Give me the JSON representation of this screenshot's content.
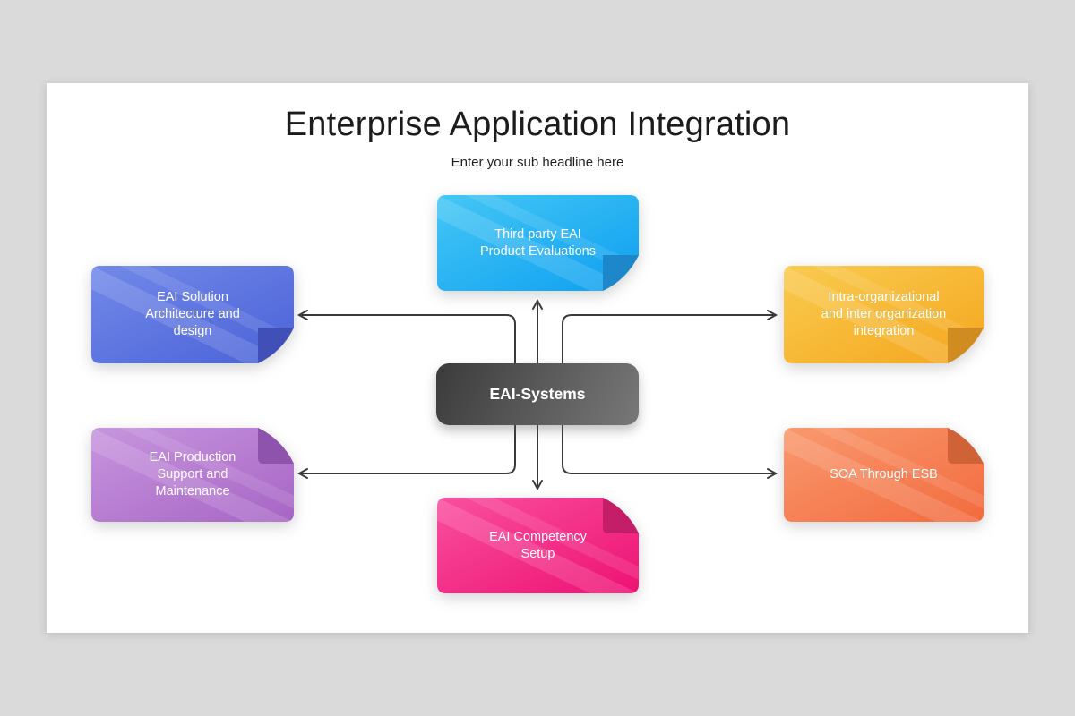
{
  "page": {
    "background_color": "#dadada",
    "slide_background_color": "#ffffff"
  },
  "header": {
    "title": "Enterprise Application Integration",
    "subtitle": "Enter your sub headline here"
  },
  "connector_color": "#3a3a3a",
  "center_node": {
    "label": "EAI-Systems",
    "gradient": [
      "#3b3b3b",
      "#787878"
    ]
  },
  "nodes": [
    {
      "id": "third-party-eai-product-evaluations",
      "label": "Third party EAI Product Evaluations",
      "lines": [
        "Third party EAI",
        "Product Evaluations"
      ],
      "gradient": [
        "#45c7f5",
        "#0d9ff0"
      ],
      "fold": "#1d87c9",
      "fold_corner": "bottom-right"
    },
    {
      "id": "eai-solution-architecture-and-design",
      "label": "EAI Solution Architecture and design",
      "lines": [
        "EAI Solution",
        "Architecture and",
        "design"
      ],
      "gradient": [
        "#7289e9",
        "#4a62d7"
      ],
      "fold": "#4050b8",
      "fold_corner": "bottom-right"
    },
    {
      "id": "intra-organizational-and-inter-organization-integration",
      "label": "Intra-organizational and inter organization integration",
      "lines": [
        "Intra-organizational",
        "and inter organization",
        "integration"
      ],
      "gradient": [
        "#f9cb4e",
        "#f5a61e"
      ],
      "fold": "#d08b21",
      "fold_corner": "bottom-right"
    },
    {
      "id": "eai-production-support-and-maintenance",
      "label": "EAI Production Support and Maintenance",
      "lines": [
        "EAI Production",
        "Support and",
        "Maintenance"
      ],
      "gradient": [
        "#c795de",
        "#a765c5"
      ],
      "fold": "#8e53ac",
      "fold_corner": "top-right"
    },
    {
      "id": "soa-through-esb",
      "label": "SOA Through ESB",
      "lines": [
        "SOA Through ESB"
      ],
      "gradient": [
        "#f9996e",
        "#f26b3e"
      ],
      "fold": "#cf6236",
      "fold_corner": "top-right"
    },
    {
      "id": "eai-competency-setup",
      "label": "EAI Competency Setup",
      "lines": [
        "EAI Competency",
        "Setup"
      ],
      "gradient": [
        "#f94f9e",
        "#ee1274"
      ],
      "fold": "#c31e67",
      "fold_corner": "top-right"
    }
  ]
}
